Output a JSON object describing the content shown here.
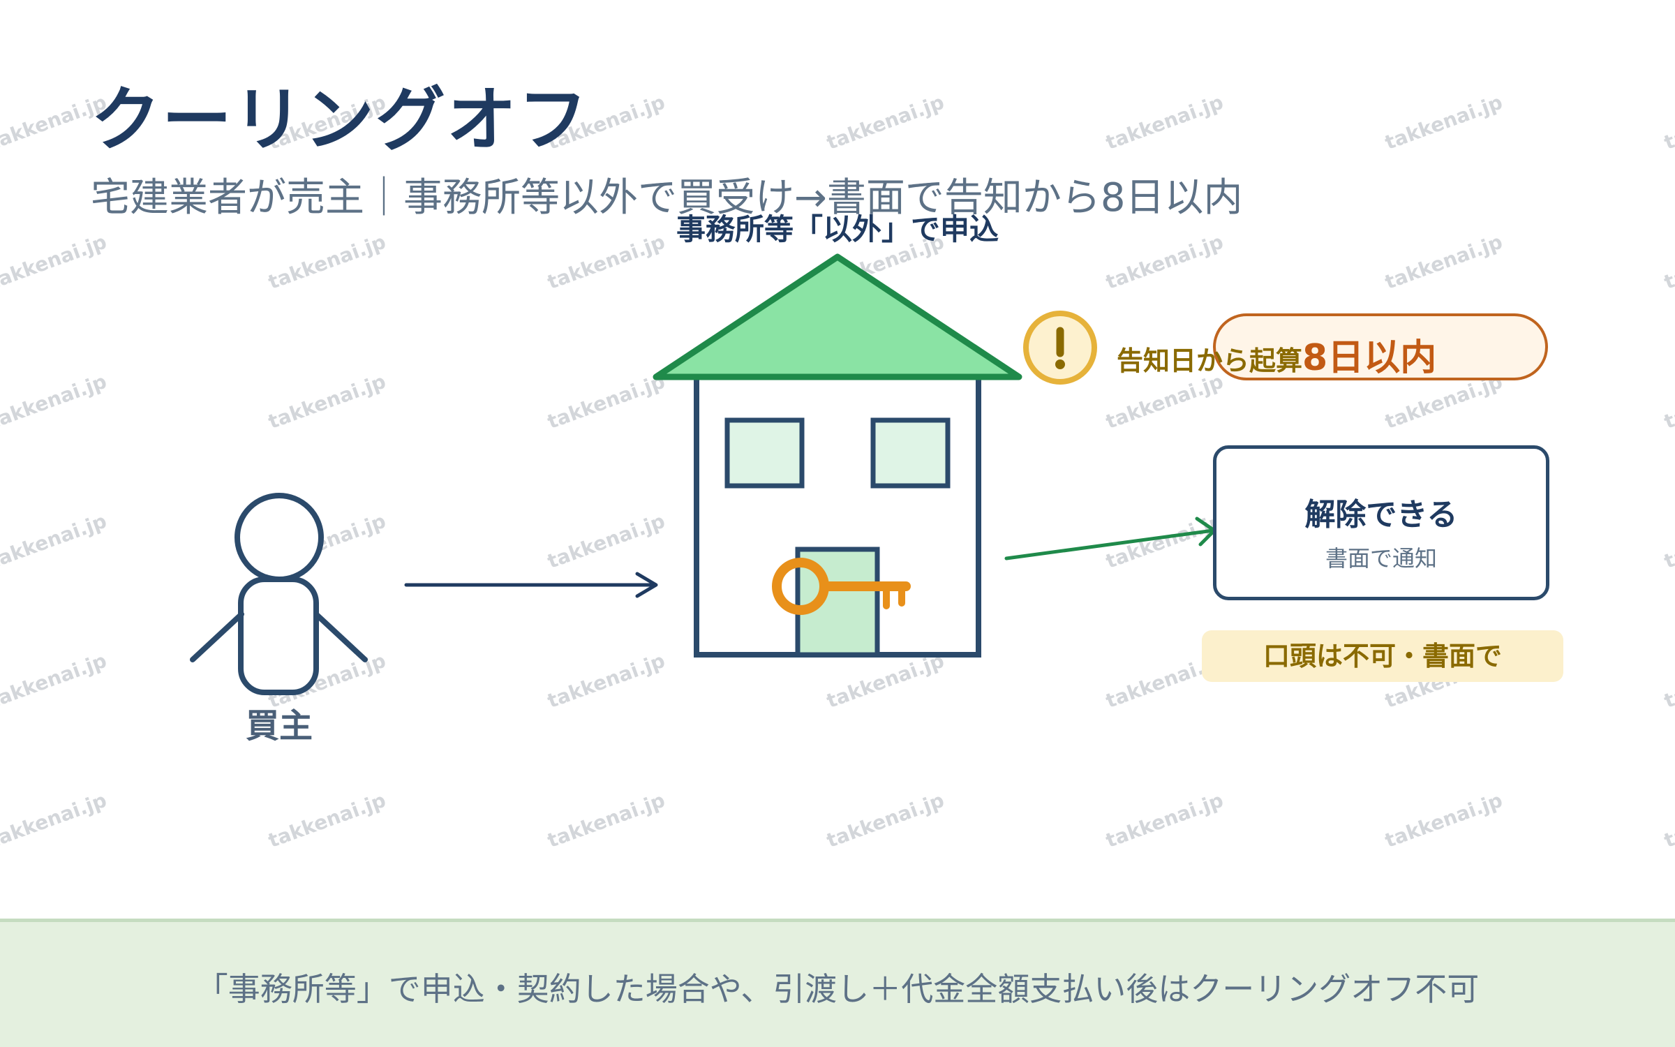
{
  "title": "クーリングオフ",
  "subtitle": "宅建業者が売主｜事務所等以外で買受け→書面で告知から8日以内",
  "house_caption": "事務所等「以外」で申込",
  "buyer_label": "買主",
  "notice": {
    "prefix": "告知日から起算",
    "highlight": "8日以内",
    "icon_glyph": "!"
  },
  "result": {
    "title": "解除できる",
    "subtitle": "書面で通知"
  },
  "note": "口頭は不可・書面で",
  "footer": "「事務所等」で申込・契約した場合や、引渡し＋代金全額支払い後はクーリングオフ不可",
  "watermark": "takkenai.jp",
  "colors": {
    "navy": "#1f3a60",
    "roof_green": "#8ae3a4",
    "roof_stroke": "#1f8a4a",
    "key_orange": "#e8901a",
    "warning_yellow": "#e6b23a",
    "arrow_green": "#1f8a4a"
  }
}
